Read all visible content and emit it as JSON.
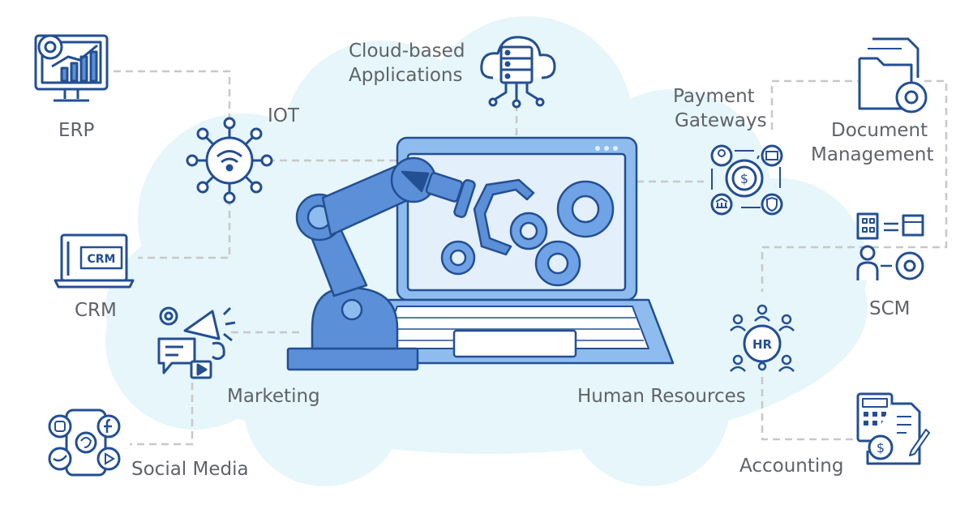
{
  "colors": {
    "icon_stroke": "#234f93",
    "icon_fill": "#5b8fd8",
    "light_fill": "#a9ccf3",
    "cloud": "#e6f6fb",
    "connector": "#c8c8c8",
    "text": "#5f6368"
  },
  "nodes": {
    "erp": {
      "label": "ERP",
      "icon": "monitor-chart-icon"
    },
    "iot": {
      "label": "IOT",
      "icon": "wifi-network-icon"
    },
    "crm": {
      "label": "CRM",
      "icon": "crm-laptop-icon",
      "icon_text": "CRM"
    },
    "marketing": {
      "label": "Marketing",
      "icon": "megaphone-icon"
    },
    "social": {
      "label": "Social Media",
      "icon": "smartphone-social-icon"
    },
    "cloud": {
      "label_line1": "Cloud-based",
      "label_line2": "Applications",
      "icon": "cloud-server-icon"
    },
    "payment": {
      "label_line1": "Payment",
      "label_line2": "Gateways",
      "icon": "payment-cycle-icon"
    },
    "document": {
      "label_line1": "Document",
      "label_line2": "Management",
      "icon": "folder-gear-icon"
    },
    "scm": {
      "label": "SCM",
      "icon": "supply-chain-icon"
    },
    "hr": {
      "label": "Human Resources",
      "icon": "hr-network-icon",
      "icon_text": "HR"
    },
    "accounting": {
      "label": "Accounting",
      "icon": "calculator-invoice-icon"
    }
  },
  "center": {
    "icon": "robot-arm-laptop-icon"
  }
}
